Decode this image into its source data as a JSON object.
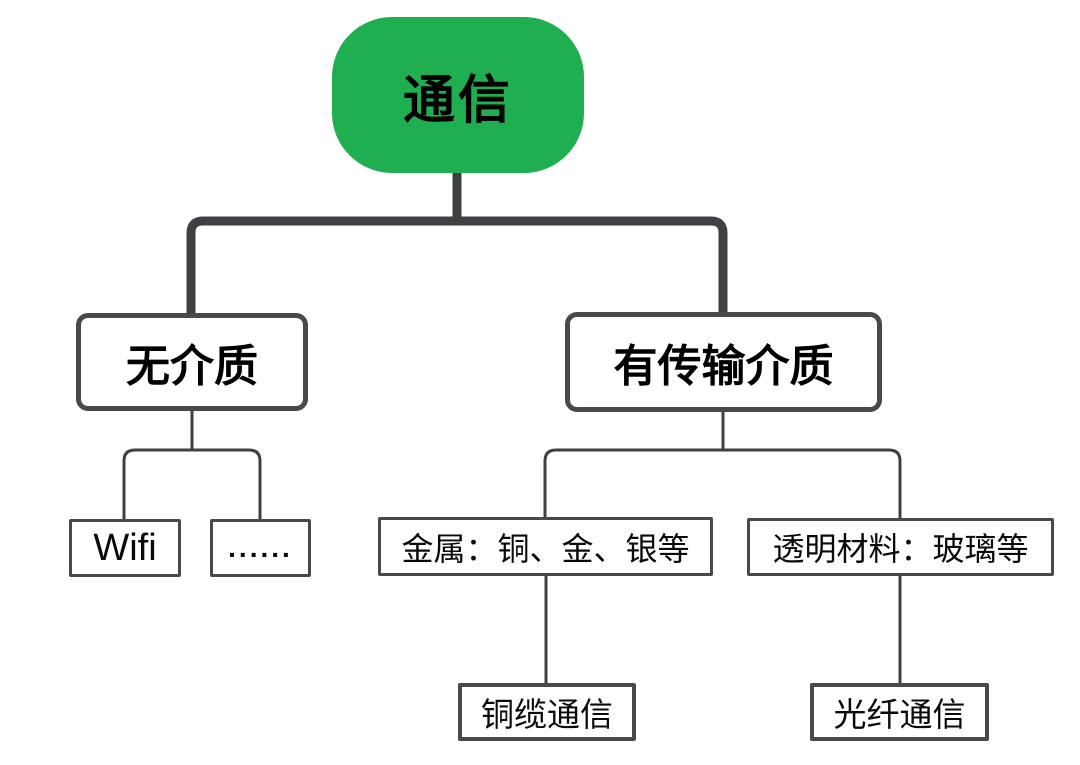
{
  "colors": {
    "root_fill": "#1fae50",
    "connector": "#3e4043",
    "box_border": "#47494c"
  },
  "tree": {
    "root": {
      "label": "通信"
    },
    "branches": [
      {
        "label": "无介质",
        "children": [
          {
            "label": "Wifi"
          },
          {
            "label": "......"
          }
        ]
      },
      {
        "label": "有传输介质",
        "children": [
          {
            "label": "金属：铜、金、银等",
            "children": [
              {
                "label": "铜缆通信"
              }
            ]
          },
          {
            "label": "透明材料：玻璃等",
            "children": [
              {
                "label": "光纤通信"
              }
            ]
          }
        ]
      }
    ]
  }
}
